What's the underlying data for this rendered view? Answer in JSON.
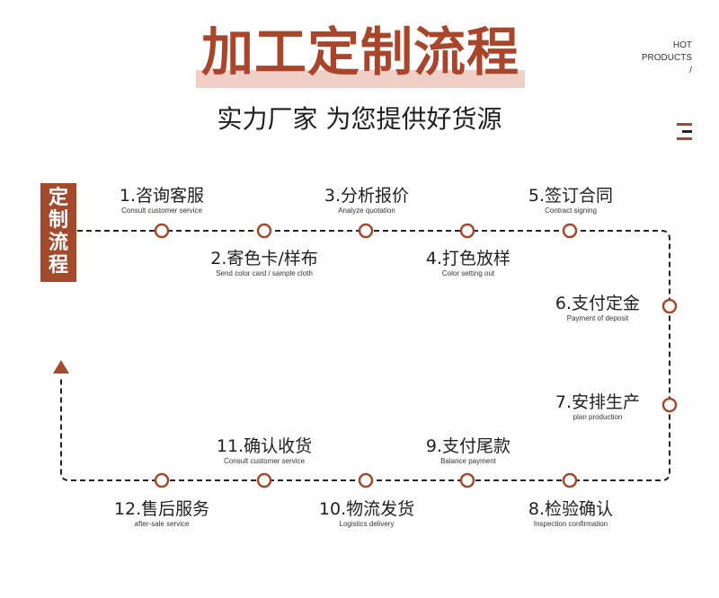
{
  "header": {
    "title": "加工定制流程",
    "subtitle": "实力厂家 为您提供好货源",
    "hot_line1": "HOT",
    "hot_line2": "PRODUCTS",
    "hot_line3": "/"
  },
  "side_label": [
    "定",
    "制",
    "流",
    "程"
  ],
  "steps": [
    {
      "zh": "1.咨询客服",
      "en": "Consult customer service"
    },
    {
      "zh": "2.寄色卡/样布",
      "en": "Send color card / sample cloth"
    },
    {
      "zh": "3.分析报价",
      "en": "Analyze quotation"
    },
    {
      "zh": "4.打色放样",
      "en": "Color setting out"
    },
    {
      "zh": "5.签订合同",
      "en": "Contract signing"
    },
    {
      "zh": "6.支付定金",
      "en": "Payment of deposit"
    },
    {
      "zh": "7.安排生产",
      "en": "plan production"
    },
    {
      "zh": "8.检验确认",
      "en": "Inspection confirmation"
    },
    {
      "zh": "9.支付尾款",
      "en": "Balance payment"
    },
    {
      "zh": "10.物流发货",
      "en": "Logistics delivery"
    },
    {
      "zh": "11.确认收货",
      "en": "Consult customer service"
    },
    {
      "zh": "12.售后服务",
      "en": "after-sale service"
    }
  ],
  "colors": {
    "accent": "#a44a2c",
    "title_band": "#efcfc6",
    "dash": "#222222"
  }
}
